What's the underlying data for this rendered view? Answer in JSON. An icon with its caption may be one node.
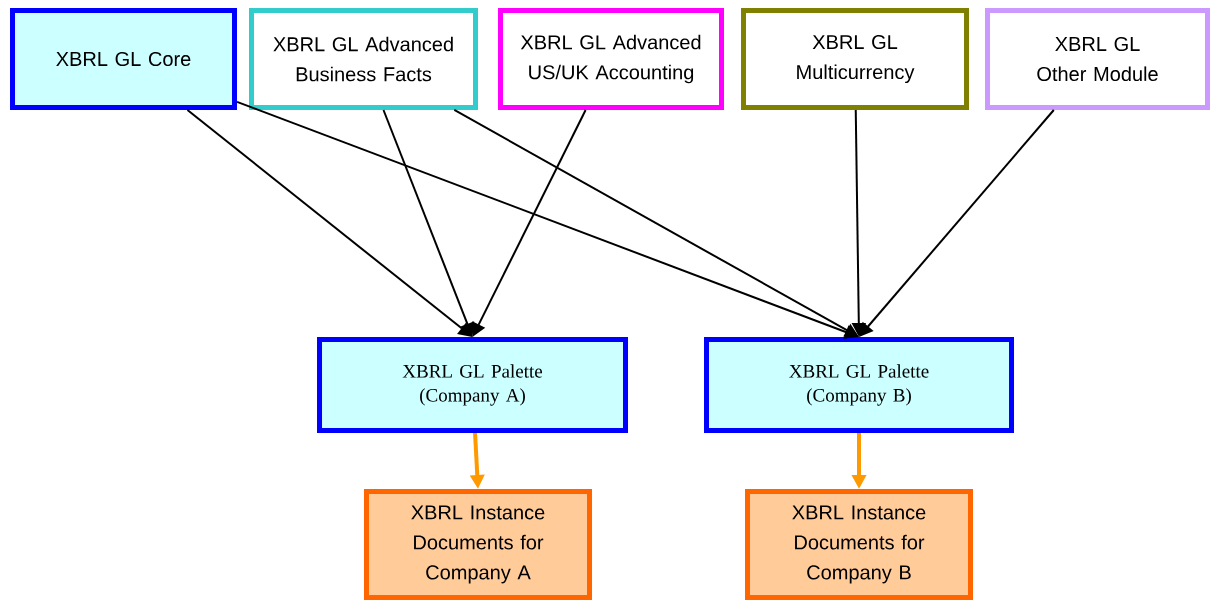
{
  "diagram": {
    "nodes": [
      {
        "text": [
          "XBRL GL Core"
        ]
      },
      {
        "text": [
          "XBRL GL Advanced Business Facts"
        ]
      },
      {
        "text": [
          "XBRL GL Advanced US/UK Accounting"
        ]
      },
      {
        "text": [
          "XBRL GL Multicurrency"
        ]
      },
      {
        "text": [
          "XBRL GL Other Module"
        ]
      },
      {
        "text": [
          "XBRL GL Palette (Company A)"
        ]
      },
      {
        "text": [
          "XBRL GL Palette (Company B)"
        ]
      },
      {
        "text": [
          "XBRL Instance Documents for Company A"
        ]
      },
      {
        "text": [
          "XBRL Instance Documents for Company B"
        ]
      }
    ],
    "edges": [
      {
        "from": 0,
        "to": 5,
        "arrow": "to"
      },
      {
        "from": 0,
        "to": 6,
        "arrow": "to"
      },
      {
        "from": 1,
        "to": 5,
        "arrow": "to"
      },
      {
        "from": 1,
        "to": 6,
        "arrow": "to"
      },
      {
        "from": 2,
        "to": 5,
        "arrow": "to"
      },
      {
        "from": 3,
        "to": 6,
        "arrow": "to"
      },
      {
        "from": 4,
        "to": 6,
        "arrow": "to"
      },
      {
        "from": 5,
        "to": 7,
        "arrow": "to",
        "style": "thick",
        "color": "#ff9900"
      },
      {
        "from": 6,
        "to": 8,
        "arrow": "to",
        "style": "thick",
        "color": "#ff9900"
      }
    ]
  }
}
